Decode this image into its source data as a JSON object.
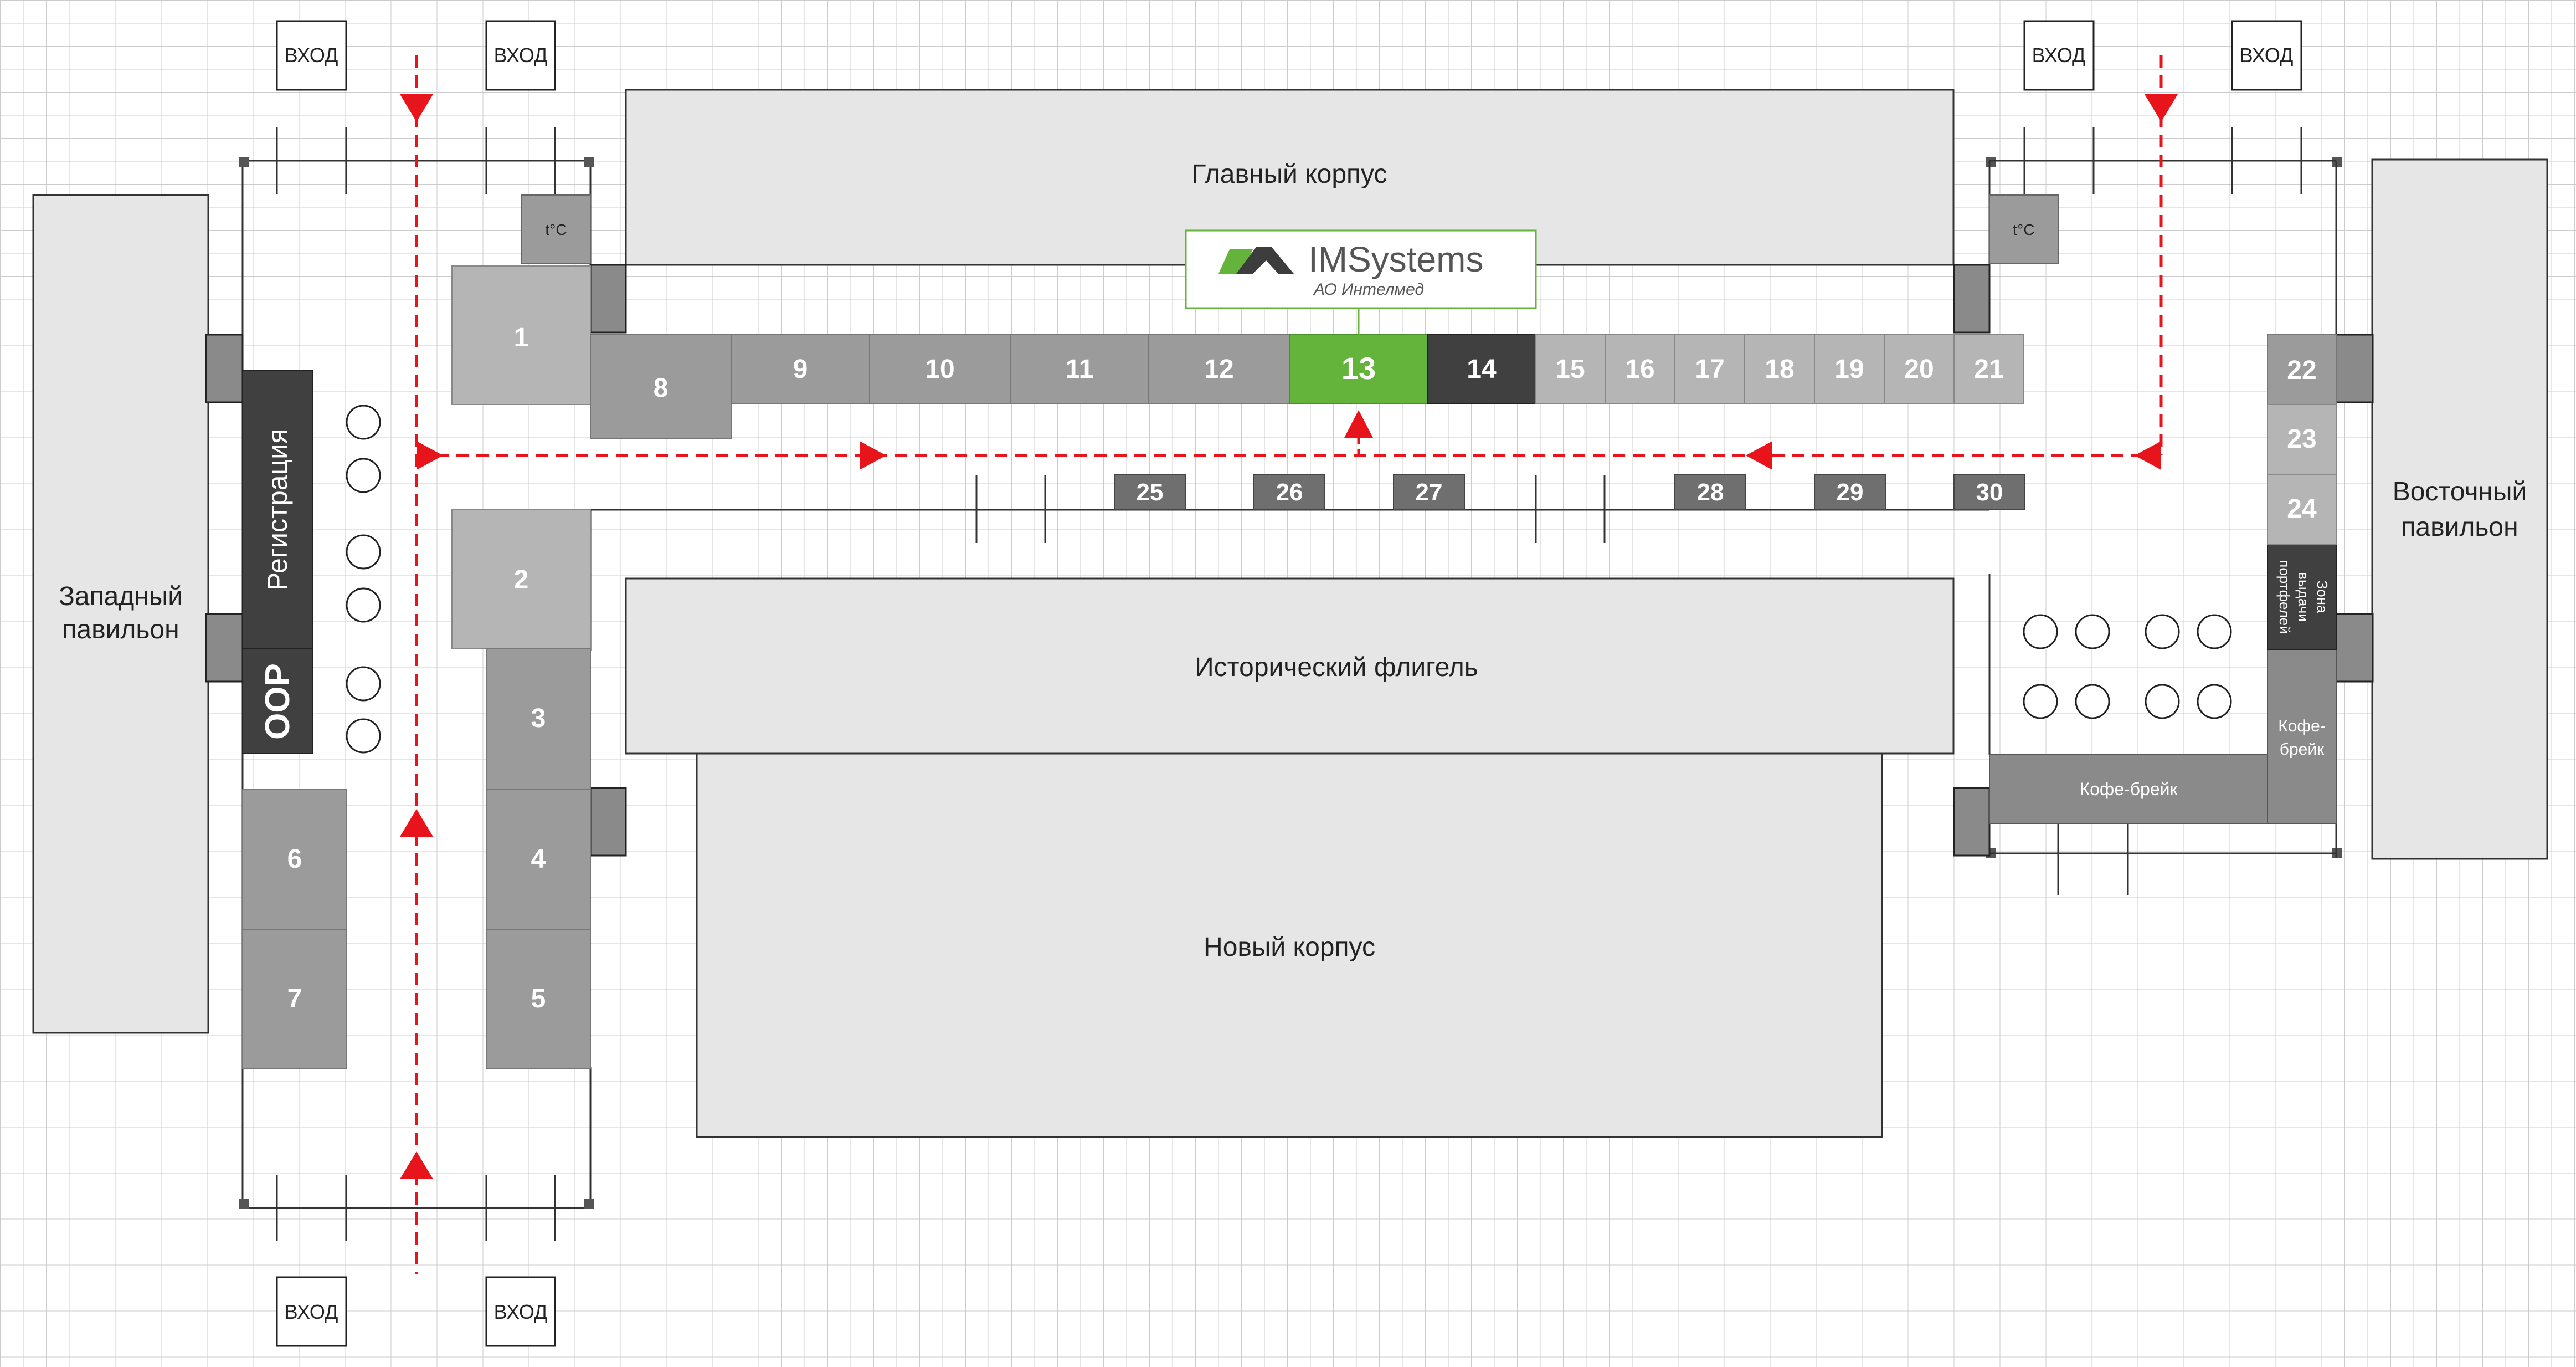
{
  "labels": {
    "main_building": "Главный корпус",
    "historic_wing": "Исторический флигель",
    "new_building": "Новый корпус",
    "west_pavilion_l1": "Западный",
    "west_pavilion_l2": "павильон",
    "east_pavilion_l1": "Восточный",
    "east_pavilion_l2": "павильон",
    "registration": "Регистрация",
    "oop": "ООР",
    "temp_left": "t°C",
    "temp_right": "t°C",
    "coffee_break_h": "Кофе-брейк",
    "coffee_break_v_l1": "Кофе-",
    "coffee_break_v_l2": "брейк",
    "portfolio_zone_l1": "Зона",
    "portfolio_zone_l2": "выдачи",
    "portfolio_zone_l3": "портфелей"
  },
  "entrances": {
    "top_1": "ВХОД",
    "top_2": "ВХОД",
    "top_3": "ВХОД",
    "top_4": "ВХОД",
    "bottom_1": "ВХОД",
    "bottom_2": "ВХОД"
  },
  "logo": {
    "name": "IMSystems",
    "subtitle": "АО Интелмед"
  },
  "booths": {
    "b1": "1",
    "b2": "2",
    "b3": "3",
    "b4": "4",
    "b5": "5",
    "b6": "6",
    "b7": "7",
    "b8": "8",
    "b9": "9",
    "b10": "10",
    "b11": "11",
    "b12": "12",
    "b13": "13",
    "b14": "14",
    "b15": "15",
    "b16": "16",
    "b17": "17",
    "b18": "18",
    "b19": "19",
    "b20": "20",
    "b21": "21",
    "b22": "22",
    "b23": "23",
    "b24": "24",
    "b25": "25",
    "b26": "26",
    "b27": "27",
    "b28": "28",
    "b29": "29",
    "b30": "30"
  },
  "colors": {
    "building_fill": "#e6e6e6",
    "booth_light": "#b5b5b5",
    "booth_mid": "#9b9b9b",
    "booth_dark": "#6f6f6f",
    "booth_darker": "#404040",
    "highlight": "#64b33a",
    "arrow": "#e8141c",
    "grid": "#cccccc"
  }
}
